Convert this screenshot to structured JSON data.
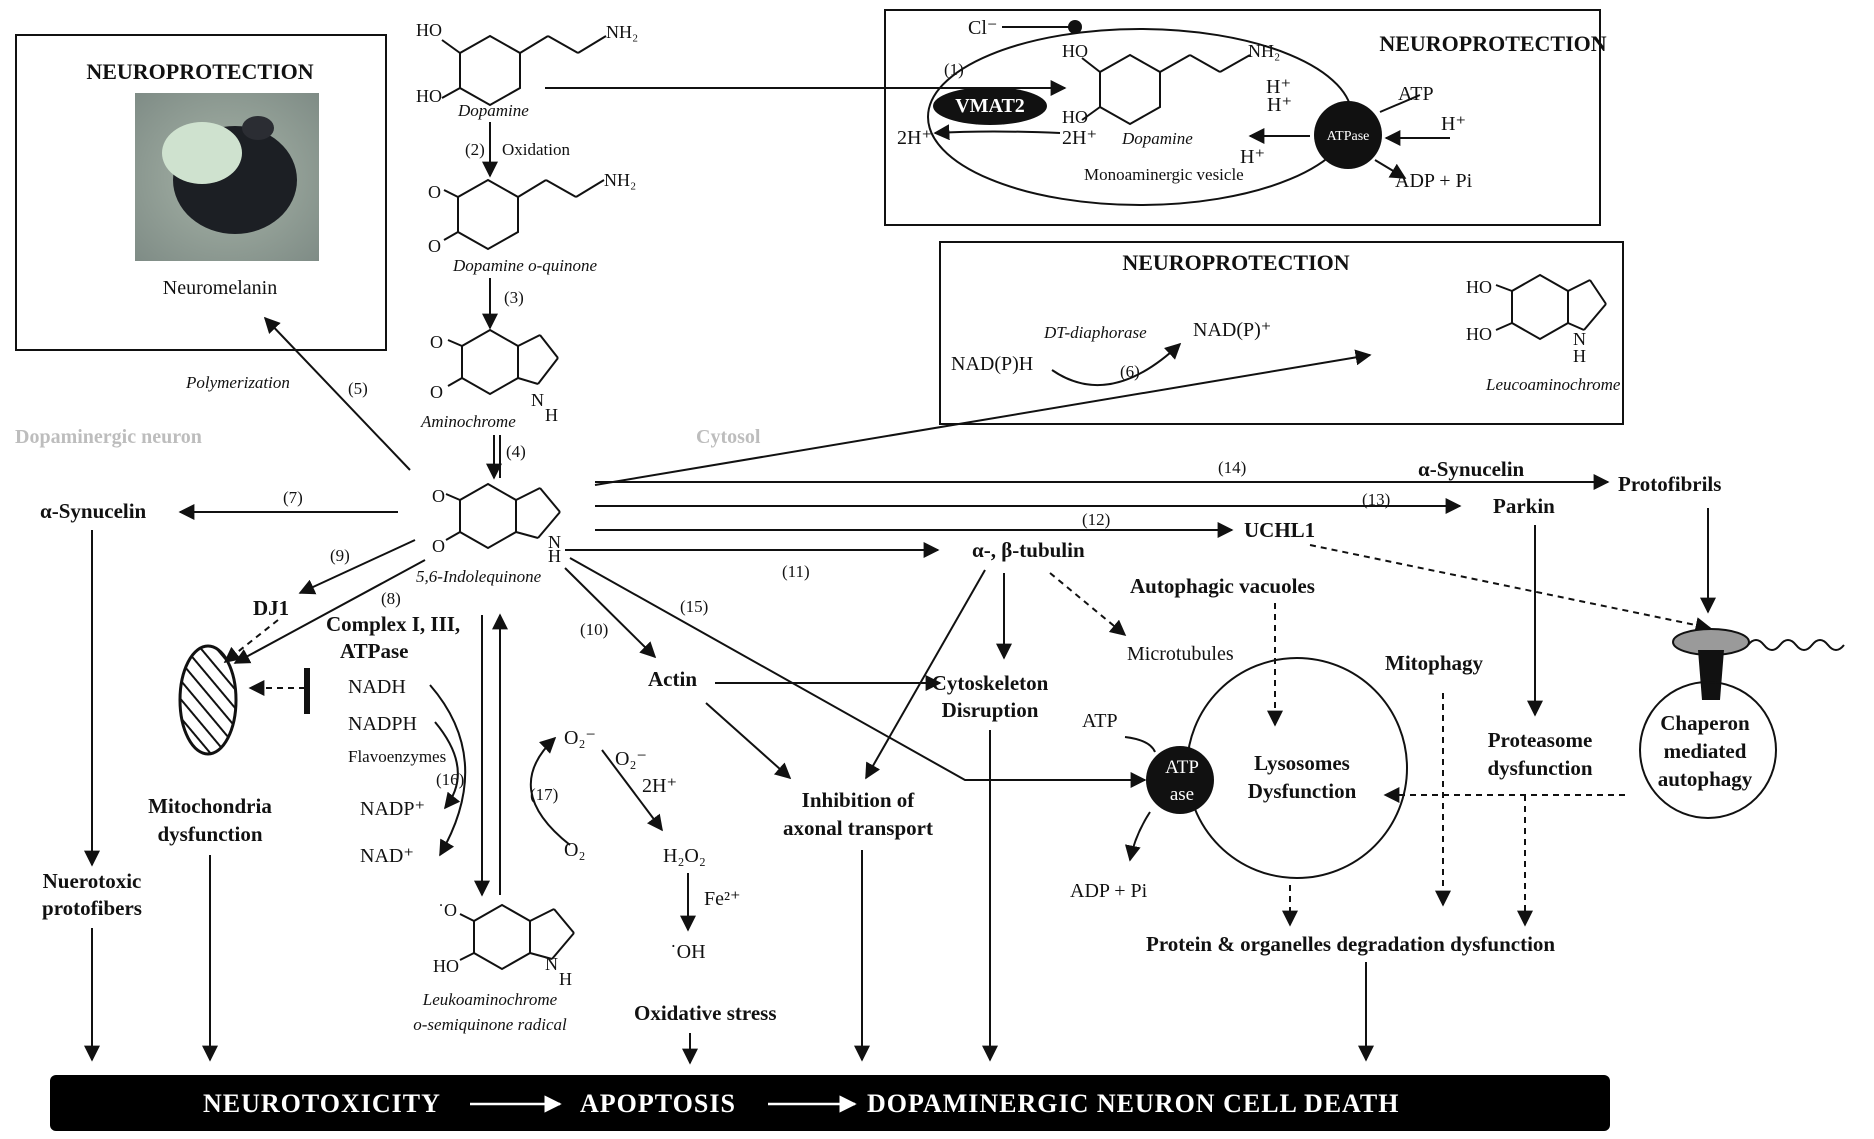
{
  "colors": {
    "banner_bg": "#000000",
    "banner_text": "#ffffff",
    "faint_label": "#bdbdbd",
    "ink": "#111111"
  },
  "boxes": {
    "neuroprotection_left": {
      "title": "NEUROPROTECTION",
      "caption": "Neuromelanin"
    },
    "neuroprotection_vesicle": {
      "title": "NEUROPROTECTION",
      "cl": "Cl⁻",
      "step": "(1)",
      "vmat2": "VMAT2",
      "h2_left": "2H⁺",
      "h2_right": "2H⁺",
      "dopamine": "Dopamine",
      "h_plus_1": "H⁺",
      "h_plus_2": "H⁺",
      "h_plus_3": "H⁺",
      "h_plus_out": "H⁺",
      "atpase": "ATPase",
      "atp": "ATP",
      "adp": "ADP + Pi",
      "vesicle": "Monoaminergic vesicle"
    },
    "neuroprotection_dt": {
      "title": "NEUROPROTECTION",
      "enzyme": "DT-diaphorase",
      "nadph": "NAD(P)H",
      "nadp": "NAD(P)⁺",
      "step": "(6)",
      "product": "Leucoaminochrome"
    }
  },
  "pathway": {
    "dopamine": "Dopamine",
    "oxidation_step": "(2)",
    "oxidation": "Oxidation",
    "quinone": "Dopamine o-quinone",
    "step3": "(3)",
    "aminochrome": "Aminochrome",
    "step4": "(4)",
    "indolequinone": "5,6-Indolequinone",
    "polymerization": "Polymerization",
    "step5": "(5)"
  },
  "region_labels": {
    "neuron": "Dopaminergic neuron",
    "cytosol": "Cytosol"
  },
  "left": {
    "step7": "(7)",
    "synuclein": "α-Synucelin",
    "protofibers": [
      "Nuerotoxic",
      "protofibers"
    ],
    "step9": "(9)",
    "dj1": "DJ1",
    "step8": "(8)",
    "complex": [
      "Complex I, III,",
      "ATPase"
    ],
    "mito": [
      "Mitochondria",
      "dysfunction"
    ]
  },
  "redox": {
    "nadh": "NADH",
    "nadph": "NADPH",
    "flavo": "Flavoenzymes",
    "step16": "(16)",
    "nadp": "NADP⁺",
    "nad": "NAD⁺",
    "step17": "(17)",
    "o2_radical": "O₂⁻",
    "o2": "O₂",
    "o2_radical_2": "O₂⁻",
    "two_h": "2H⁺",
    "h2o2": "H₂O₂",
    "fe": "Fe²⁺",
    "oh": "˙OH",
    "oxidative": "Oxidative stress",
    "semiquinone": [
      "Leukoaminochrome",
      "o-semiquinone radical"
    ]
  },
  "middle": {
    "step10": "(10)",
    "actin": "Actin",
    "step15": "(15)",
    "step11": "(11)",
    "tubulin": "α-, β-tubulin",
    "cytoskeleton": [
      "Cytoskeleton",
      "Disruption"
    ],
    "inhibition": [
      "Inhibition of",
      "axonal transport"
    ],
    "microtubules": "Microtubules",
    "step12": "(12)",
    "uchl1": "UCHL1",
    "step13": "(13)",
    "parkin": "Parkin",
    "step14": "(14)",
    "synuclein_right": "α-Synucelin",
    "protofibrils": "Protofibrils"
  },
  "right": {
    "autophagic": "Autophagic vacuoles",
    "mitophagy": "Mitophagy",
    "atp": "ATP",
    "atpase": [
      "ATP",
      "ase"
    ],
    "lysosomes": [
      "Lysosomes",
      "Dysfunction"
    ],
    "adp": "ADP + Pi",
    "proteasome": [
      "Proteasome",
      "dysfunction"
    ],
    "chaperon": [
      "Chaperon",
      "mediated",
      "autophagy"
    ],
    "degradation": "Protein  & organelles degradation dysfunction"
  },
  "molecule_labels": {
    "ho": "HO",
    "nh2": "NH₂",
    "o": "O",
    "nh": "N",
    "h": "H",
    "dot_o": "˙O"
  },
  "banner": {
    "part1": "NEUROTOXICITY",
    "part2": "APOPTOSIS",
    "part3": "DOPAMINERGIC NEURON CELL DEATH"
  }
}
